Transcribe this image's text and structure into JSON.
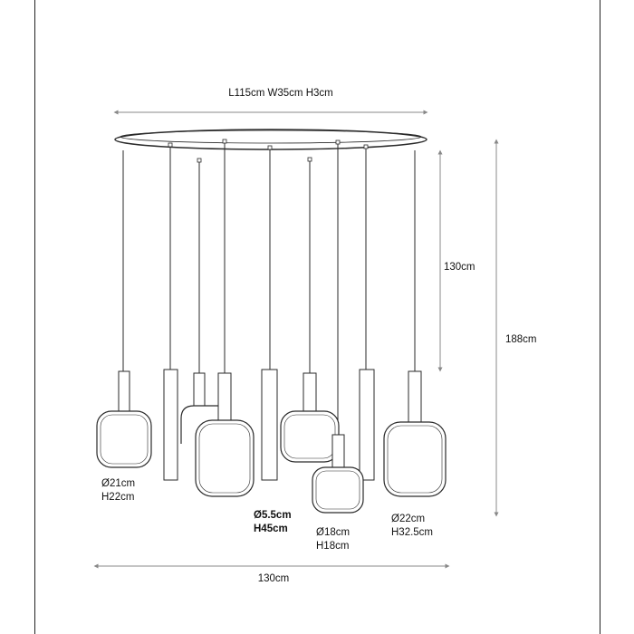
{
  "canopy": {
    "dimensions_label": "L115cm  W35cm  H3cm"
  },
  "dimensions": {
    "cable_length": "130cm",
    "total_height": "188cm",
    "total_width": "130cm"
  },
  "shades": {
    "shade_1": {
      "diameter": "Ø21cm",
      "height": "H22cm"
    },
    "tube": {
      "diameter": "Ø5.5cm",
      "height": "H45cm"
    },
    "shade_small": {
      "diameter": "Ø18cm",
      "height": "H18cm"
    },
    "shade_tall": {
      "diameter": "Ø22cm",
      "height": "H32.5cm"
    }
  },
  "colors": {
    "line": "#2a2a2a",
    "shade_fill": "#ffffff",
    "shade_inner": "#ececec"
  }
}
